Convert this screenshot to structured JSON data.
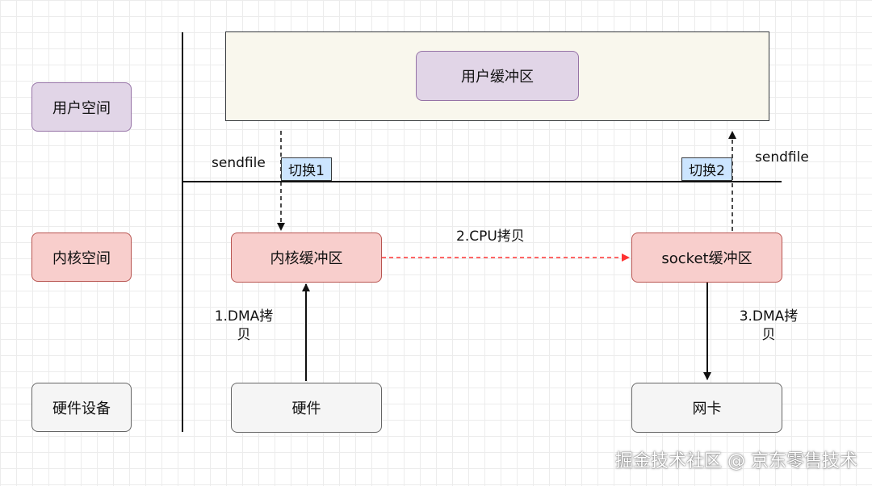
{
  "rows": {
    "user_space": "用户空间",
    "kernel_space": "内核空间",
    "hardware_device": "硬件设备"
  },
  "nodes": {
    "user_buffer": "用户缓冲区",
    "kernel_buffer": "内核缓冲区",
    "socket_buffer": "socket缓冲区",
    "hardware": "硬件",
    "nic": "网卡"
  },
  "labels": {
    "sendfile_left": "sendfile",
    "sendfile_right": "sendfile",
    "switch1": "切换1",
    "switch2": "切换2",
    "cpu_copy": "2.CPU拷贝",
    "dma_copy_1": "1.DMA拷贝",
    "dma_copy_3": "3.DMA拷贝"
  },
  "watermark": "掘金技术社区 @ 京东零售技术",
  "colors": {
    "user_fill": "#e1d5e7",
    "user_stroke": "#9673a6",
    "kernel_fill": "#f8cecc",
    "kernel_stroke": "#b85450",
    "hardware_fill": "#f5f5f5",
    "hardware_stroke": "#666666",
    "switch_fill": "#cce5ff",
    "user_area_fill": "#f9f7ed",
    "cpu_arrow": "#ff3333"
  }
}
